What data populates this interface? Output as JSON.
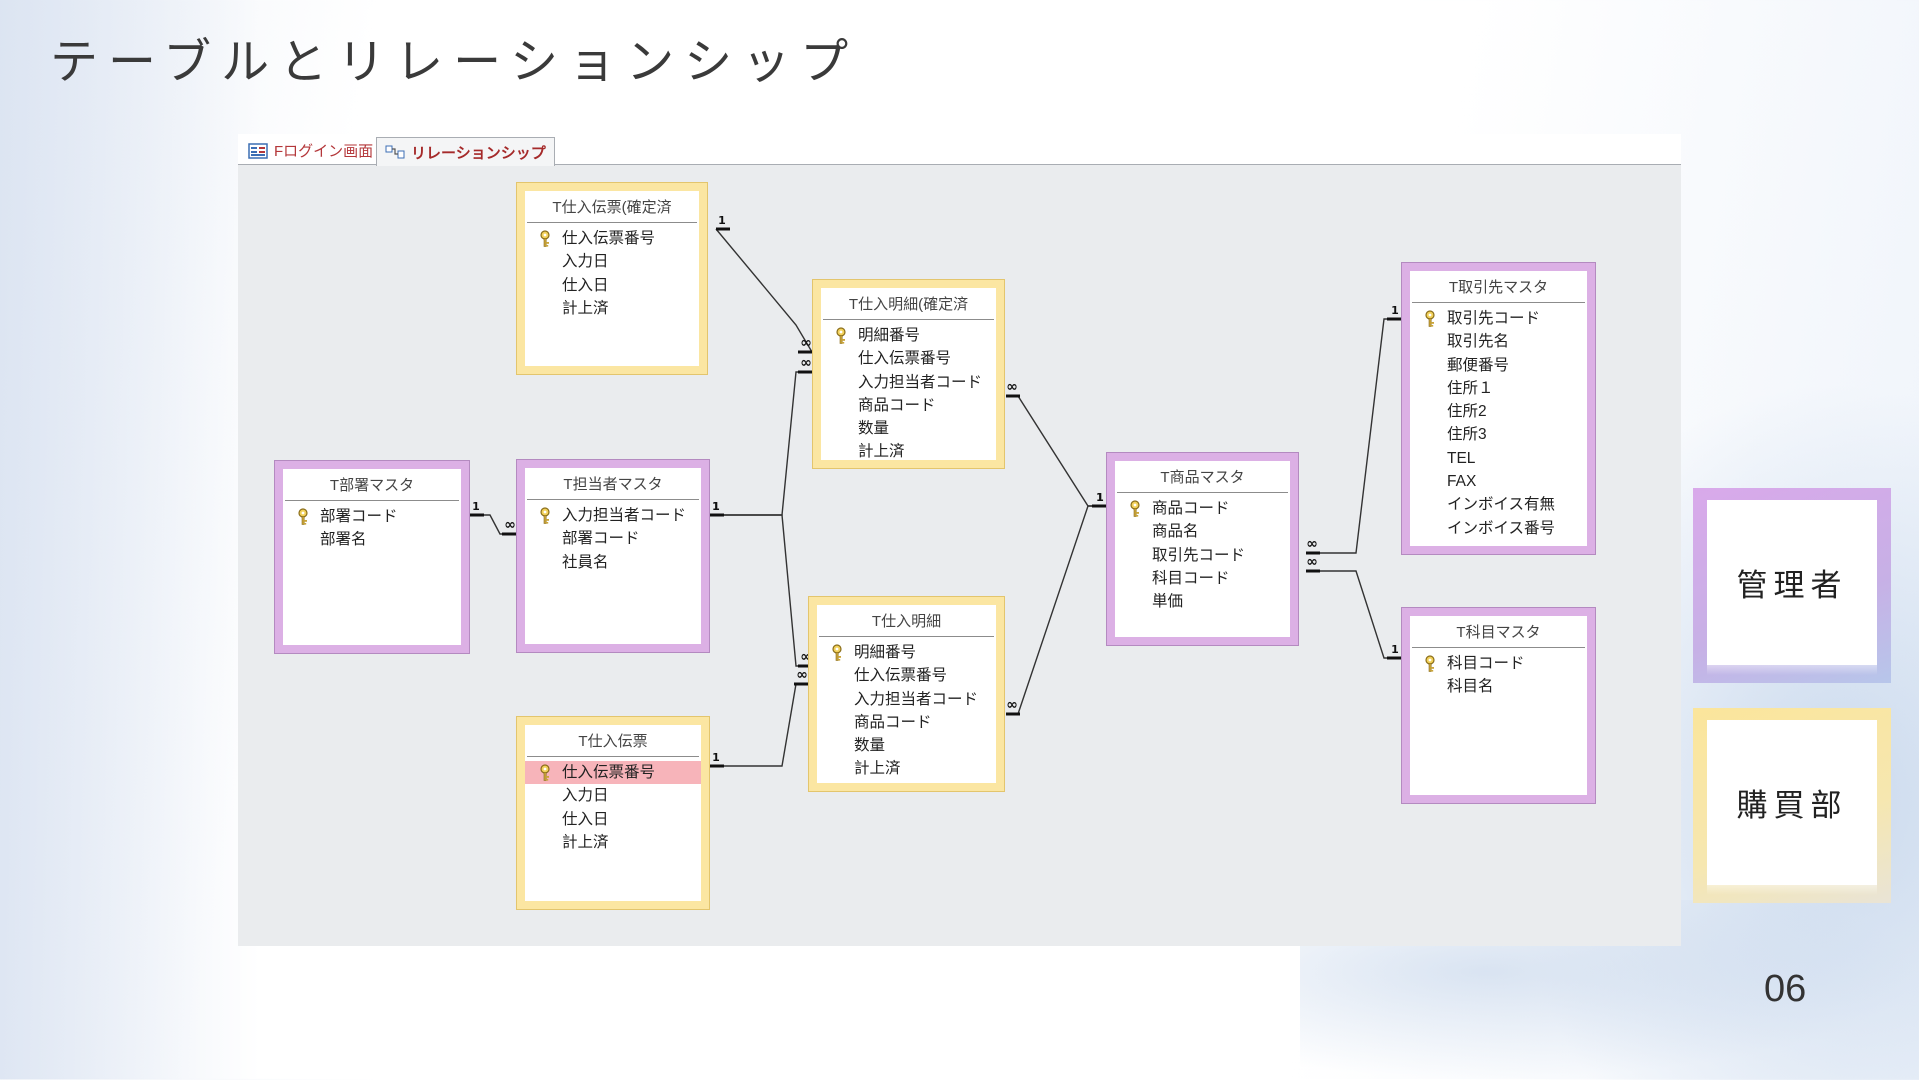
{
  "slide": {
    "title": "テーブルとリレーションシップ",
    "page_number": "06"
  },
  "tabs": [
    {
      "label": "Fログイン画面",
      "icon": "form-icon"
    },
    {
      "label": "リレーションシップ",
      "icon": "relationships-icon"
    }
  ],
  "tables": [
    {
      "id": "t_shiire_denpyo_kakutei",
      "name": "T仕入伝票(確定済",
      "fields": [
        "仕入伝票番号",
        "入力日",
        "仕入日",
        "計上済"
      ],
      "key_field": 0
    },
    {
      "id": "t_shiire_meisai_kakutei",
      "name": "T仕入明細(確定済",
      "fields": [
        "明細番号",
        "仕入伝票番号",
        "入力担当者コード",
        "商品コード",
        "数量",
        "計上済"
      ],
      "key_field": 0
    },
    {
      "id": "t_busho",
      "name": "T部署マスタ",
      "fields": [
        "部署コード",
        "部署名"
      ],
      "key_field": 0
    },
    {
      "id": "t_tantousha",
      "name": "T担当者マスタ",
      "fields": [
        "入力担当者コード",
        "部署コード",
        "社員名"
      ],
      "key_field": 0
    },
    {
      "id": "t_shiire_meisai",
      "name": "T仕入明細",
      "fields": [
        "明細番号",
        "仕入伝票番号",
        "入力担当者コード",
        "商品コード",
        "数量",
        "計上済"
      ],
      "key_field": 0
    },
    {
      "id": "t_shiire_denpyo",
      "name": "T仕入伝票",
      "fields": [
        "仕入伝票番号",
        "入力日",
        "仕入日",
        "計上済"
      ],
      "key_field": 0,
      "highlighted_field": 0
    },
    {
      "id": "t_shohin",
      "name": "T商品マスタ",
      "fields": [
        "商品コード",
        "商品名",
        "取引先コード",
        "科目コード",
        "単価"
      ],
      "key_field": 0
    },
    {
      "id": "t_torihikisaki",
      "name": "T取引先マスタ",
      "fields": [
        "取引先コード",
        "取引先名",
        "郵便番号",
        "住所１",
        "住所2",
        "住所3",
        "TEL",
        "FAX",
        "インボイス有無",
        "インボイス番号"
      ],
      "key_field": 0
    },
    {
      "id": "t_kamoku",
      "name": "T科目マスタ",
      "fields": [
        "科目コード",
        "科目名"
      ],
      "key_field": 0
    }
  ],
  "relationships": [
    {
      "from": "t_shiire_denpyo_kakutei",
      "to": "t_shiire_meisai_kakutei",
      "from_card": "1",
      "to_card": "∞"
    },
    {
      "from": "t_tantousha",
      "to": "t_shiire_meisai_kakutei",
      "from_card": "1",
      "to_card": "∞"
    },
    {
      "from": "t_busho",
      "to": "t_tantousha",
      "from_card": "1",
      "to_card": "∞"
    },
    {
      "from": "t_tantousha",
      "to": "t_shiire_meisai",
      "from_card": "1",
      "to_card": "∞"
    },
    {
      "from": "t_shiire_denpyo",
      "to": "t_shiire_meisai",
      "from_card": "1",
      "to_card": "∞"
    },
    {
      "from": "t_shohin",
      "to": "t_shiire_meisai_kakutei",
      "from_card": "1",
      "to_card": "∞"
    },
    {
      "from": "t_shohin",
      "to": "t_shiire_meisai",
      "from_card": "1",
      "to_card": "∞"
    },
    {
      "from": "t_torihikisaki",
      "to": "t_shohin",
      "from_card": "1",
      "to_card": "∞"
    },
    {
      "from": "t_kamoku",
      "to": "t_shohin",
      "from_card": "1",
      "to_card": "∞"
    }
  ],
  "roles": [
    {
      "label": "管理者",
      "color": "#d9a9ea"
    },
    {
      "label": "購買部",
      "color": "#fbe59b"
    }
  ],
  "colors": {
    "master_table": "#dcb0e5",
    "transaction_table": "#fbe6a2",
    "highlight_row": "#f7b4ba",
    "relation_line": "#333333"
  }
}
